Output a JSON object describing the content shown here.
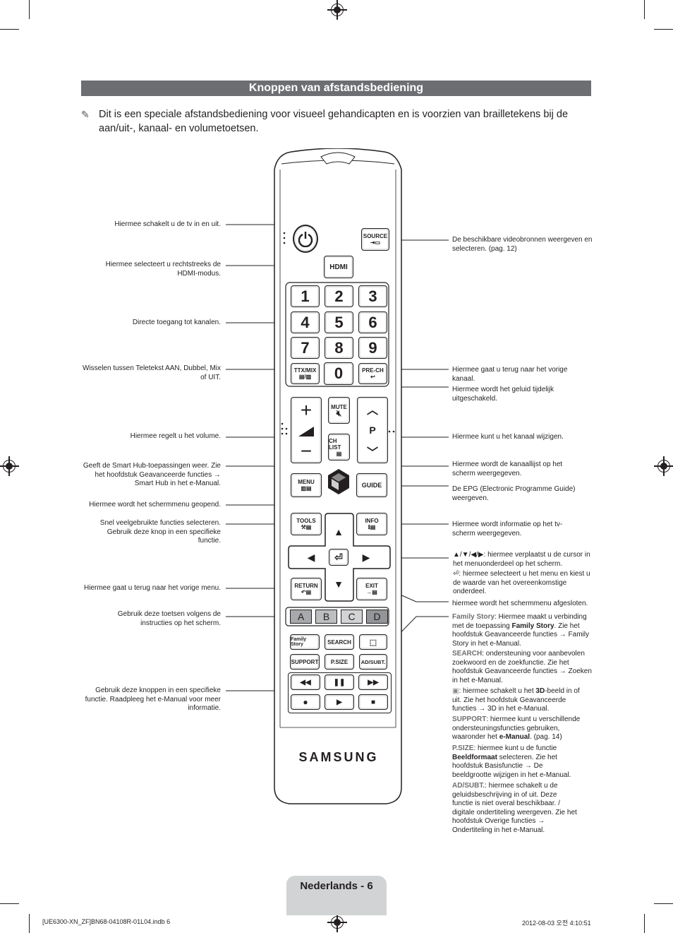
{
  "title": "Knoppen van afstandsbediening",
  "intro": "Dit is een speciale afstandsbediening voor visueel gehandicapten en is voorzien van brailletekens bij de aan/uit-, kanaal- en volumetoetsen.",
  "left_labels": {
    "power": "Hiermee schakelt u de tv in en uit.",
    "hdmi": "Hiermee selecteert u rechtstreeks de HDMI-modus.",
    "numbers": "Directe toegang tot kanalen.",
    "ttx": "Wisselen tussen Teletekst AAN, Dubbel, Mix of UIT.",
    "volume": "Hiermee regelt u het volume.",
    "smarthub": "Geeft de Smart Hub-toepassingen weer. Zie het hoofdstuk Geavanceerde functies → Smart Hub in het e-Manual.",
    "menu": "Hiermee wordt het schermmenu geopend.",
    "tools": "Snel veelgebruikte functies selecteren. Gebruik deze knop in een specifieke functie.",
    "return": "Hiermee gaat u terug naar het vorige menu.",
    "color": "Gebruik deze toetsen volgens de instructies op het scherm.",
    "media": "Gebruik deze knoppen in een specifieke functie. Raadpleeg het e-Manual voor meer informatie."
  },
  "right_labels": {
    "source": "De beschikbare videobronnen weergeven en selecteren. (pag. 12)",
    "prech": "Hiermee gaat u terug naar het vorige kanaal.",
    "mute": "Hiermee wordt het geluid tijdelijk uitgeschakeld.",
    "channel": "Hiermee kunt u het kanaal wijzigen.",
    "chlist": "Hiermee wordt de kanaallijst op het scherm weergegeven.",
    "guide": "De EPG (Electronic Programme Guide) weergeven.",
    "info": "Hiermee wordt informatie op het tv-scherm weergegeven.",
    "arrows": "▲/▼/◀/▶: hiermee verplaatst u de cursor in het menuonderdeel op het scherm.",
    "enter": ": hiermee selecteert u het menu en kiest u de waarde van het overeenkomstige onderdeel.",
    "exit": "hiermee wordt het schermmenu afgesloten.",
    "family_head": "Family Story",
    "family_text_a": ": Hiermee maakt u verbinding met de toepassing ",
    "family_bold": "Family Story",
    "family_text_b": ". Zie het hoofdstuk Geavanceerde functies → Family Story in het e-Manual.",
    "search_head": "SEARCH",
    "search_text": ": ondersteuning voor aanbevolen zoekwoord en de zoekfunctie. Zie het hoofdstuk Geavanceerde functies → Zoeken in het e-Manual.",
    "threed_text_a": ": hiermee schakelt u het ",
    "threed_bold": "3D",
    "threed_text_b": "-beeld in of uit. Zie het hoofdstuk Geavanceerde functies → 3D in het e-Manual.",
    "support_head": "SUPPORT",
    "support_text_a": ": hiermee kunt u verschillende ondersteuningsfuncties gebruiken, waaronder het ",
    "support_bold": "e-Manual",
    "support_text_b": ". (pag. 14)",
    "psize_head": "P.SIZE",
    "psize_text_a": ": hiermee kunt u de functie ",
    "psize_bold": "Beeldformaat",
    "psize_text_b": " selecteren. Zie het hoofdstuk Basisfunctie → De beeldgrootte wijzigen in het e-Manual.",
    "adsubt_head": "AD/SUBT.",
    "adsubt_text": ": hiermee schakelt u de geluidsbeschrijving in of uit. Deze functie is niet overal beschikbaar. / digitale ondertiteling weergeven. Zie het hoofdstuk Overige functies → Ondertiteling in het e-Manual."
  },
  "remote": {
    "source": "SOURCE",
    "hdmi": "HDMI",
    "digits": [
      "1",
      "2",
      "3",
      "4",
      "5",
      "6",
      "7",
      "8",
      "9"
    ],
    "zero": "0",
    "ttx": "TTX/MIX",
    "prech": "PRE-CH",
    "mute": "MUTE",
    "p": "P",
    "chlist": "CH LIST",
    "menu": "MENU",
    "guide": "GUIDE",
    "tools": "TOOLS",
    "info": "INFO",
    "return": "RETURN",
    "exit": "EXIT",
    "colors": [
      "A",
      "B",
      "C",
      "D"
    ],
    "family": "Family Story",
    "search": "SEARCH",
    "support": "SUPPORT",
    "psize": "P.SIZE",
    "adsubt": "AD/SUBT.",
    "brand": "SAMSUNG"
  },
  "footer": {
    "page_label": "Nederlands - 6",
    "file": "[UE6300-XN_ZF]BN68-04108R-01L04.indb   6",
    "date": "2012-08-03   오전 4:10:51"
  }
}
